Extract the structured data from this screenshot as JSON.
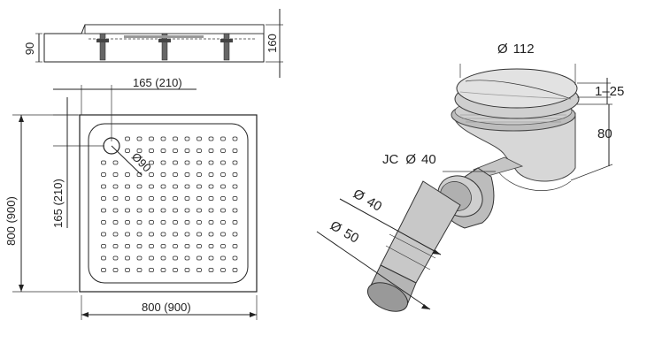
{
  "side_view": {
    "height_left": "90",
    "height_right": "160"
  },
  "top_view": {
    "drain_offset_h": "165 (210)",
    "drain_offset_v": "165 (210)",
    "drain_diameter": "90",
    "drain_diameter_symbol": "Ø",
    "width": "800 (900)",
    "height": "800 (900)"
  },
  "drain": {
    "cap_diameter": "112",
    "adjust_range": "1–25",
    "body_height": "80",
    "jc_label": "JC",
    "jc_diameter": "40",
    "pipe_inner": "40",
    "pipe_outer": "50",
    "diameter_symbol": "Ø"
  }
}
